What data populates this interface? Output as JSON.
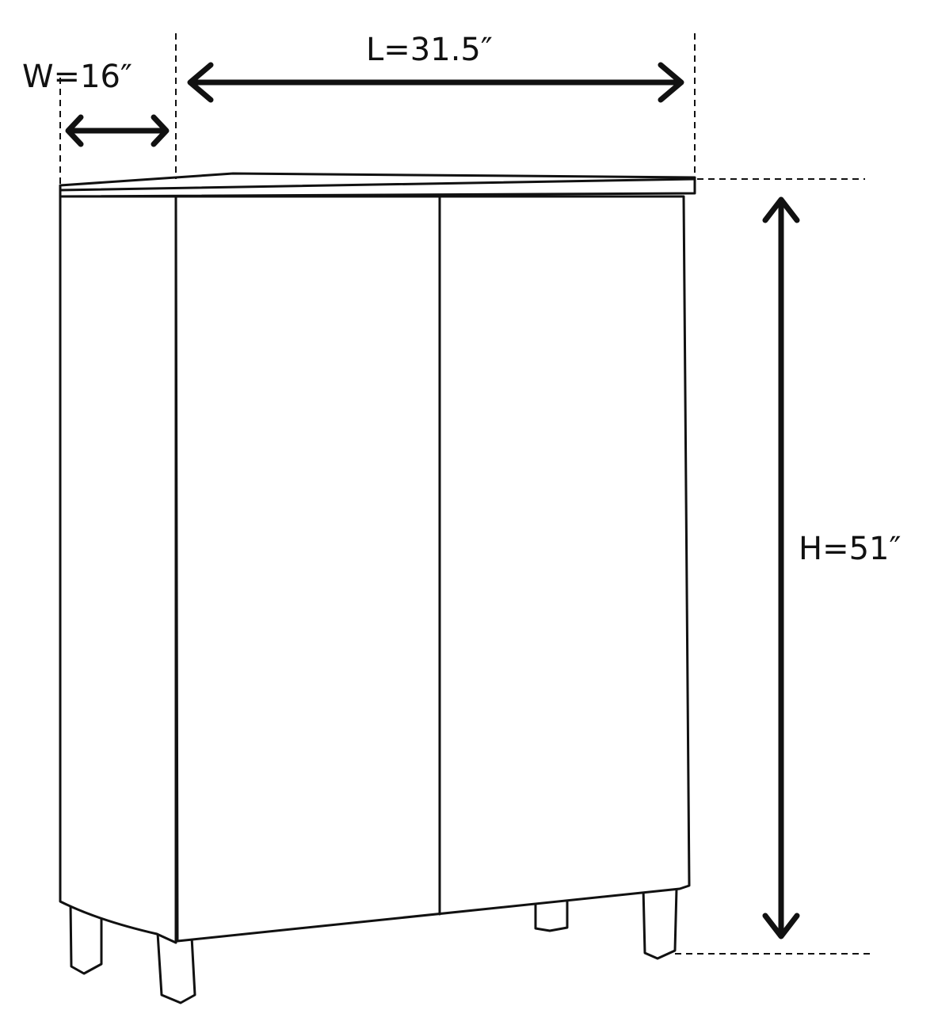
{
  "dimensions": {
    "width": {
      "label": "W=16″",
      "value": 16,
      "unit": "in"
    },
    "length": {
      "label": "L=31.5″",
      "value": 31.5,
      "unit": "in"
    },
    "height": {
      "label": "H=51″",
      "value": 51,
      "unit": "in"
    }
  },
  "colors": {
    "stroke": "#111111",
    "background": "#ffffff"
  }
}
